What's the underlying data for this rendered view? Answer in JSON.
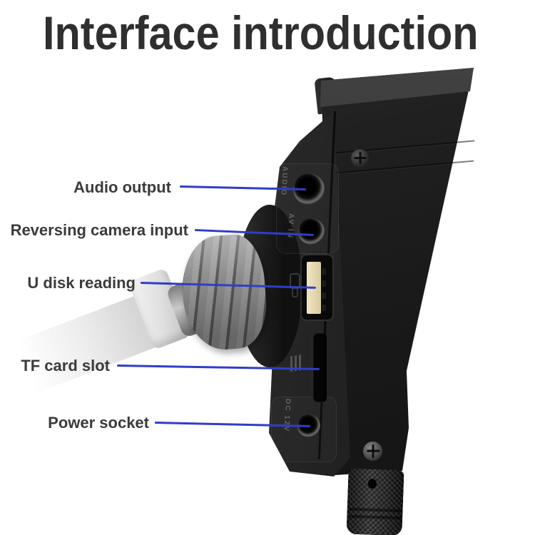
{
  "title": "Interface introduction",
  "callouts": [
    {
      "label": "Audio output"
    },
    {
      "label": "Reversing camera input"
    },
    {
      "label": "U disk reading"
    },
    {
      "label": "TF card slot"
    },
    {
      "label": "Power socket"
    }
  ],
  "port_markings": {
    "audio": "AUDIO",
    "av_in": "AV IN",
    "dc_power": "DC 12V"
  },
  "colors": {
    "background": "#ffffff",
    "leader_line": "#2f3ec8",
    "label_text": "#3b3b3b",
    "title_text": "#2f2f2f",
    "device_body": "#1d1d1d",
    "usb_tongue": "#e9dfbd",
    "knob_gray": "#8e8e8e"
  }
}
